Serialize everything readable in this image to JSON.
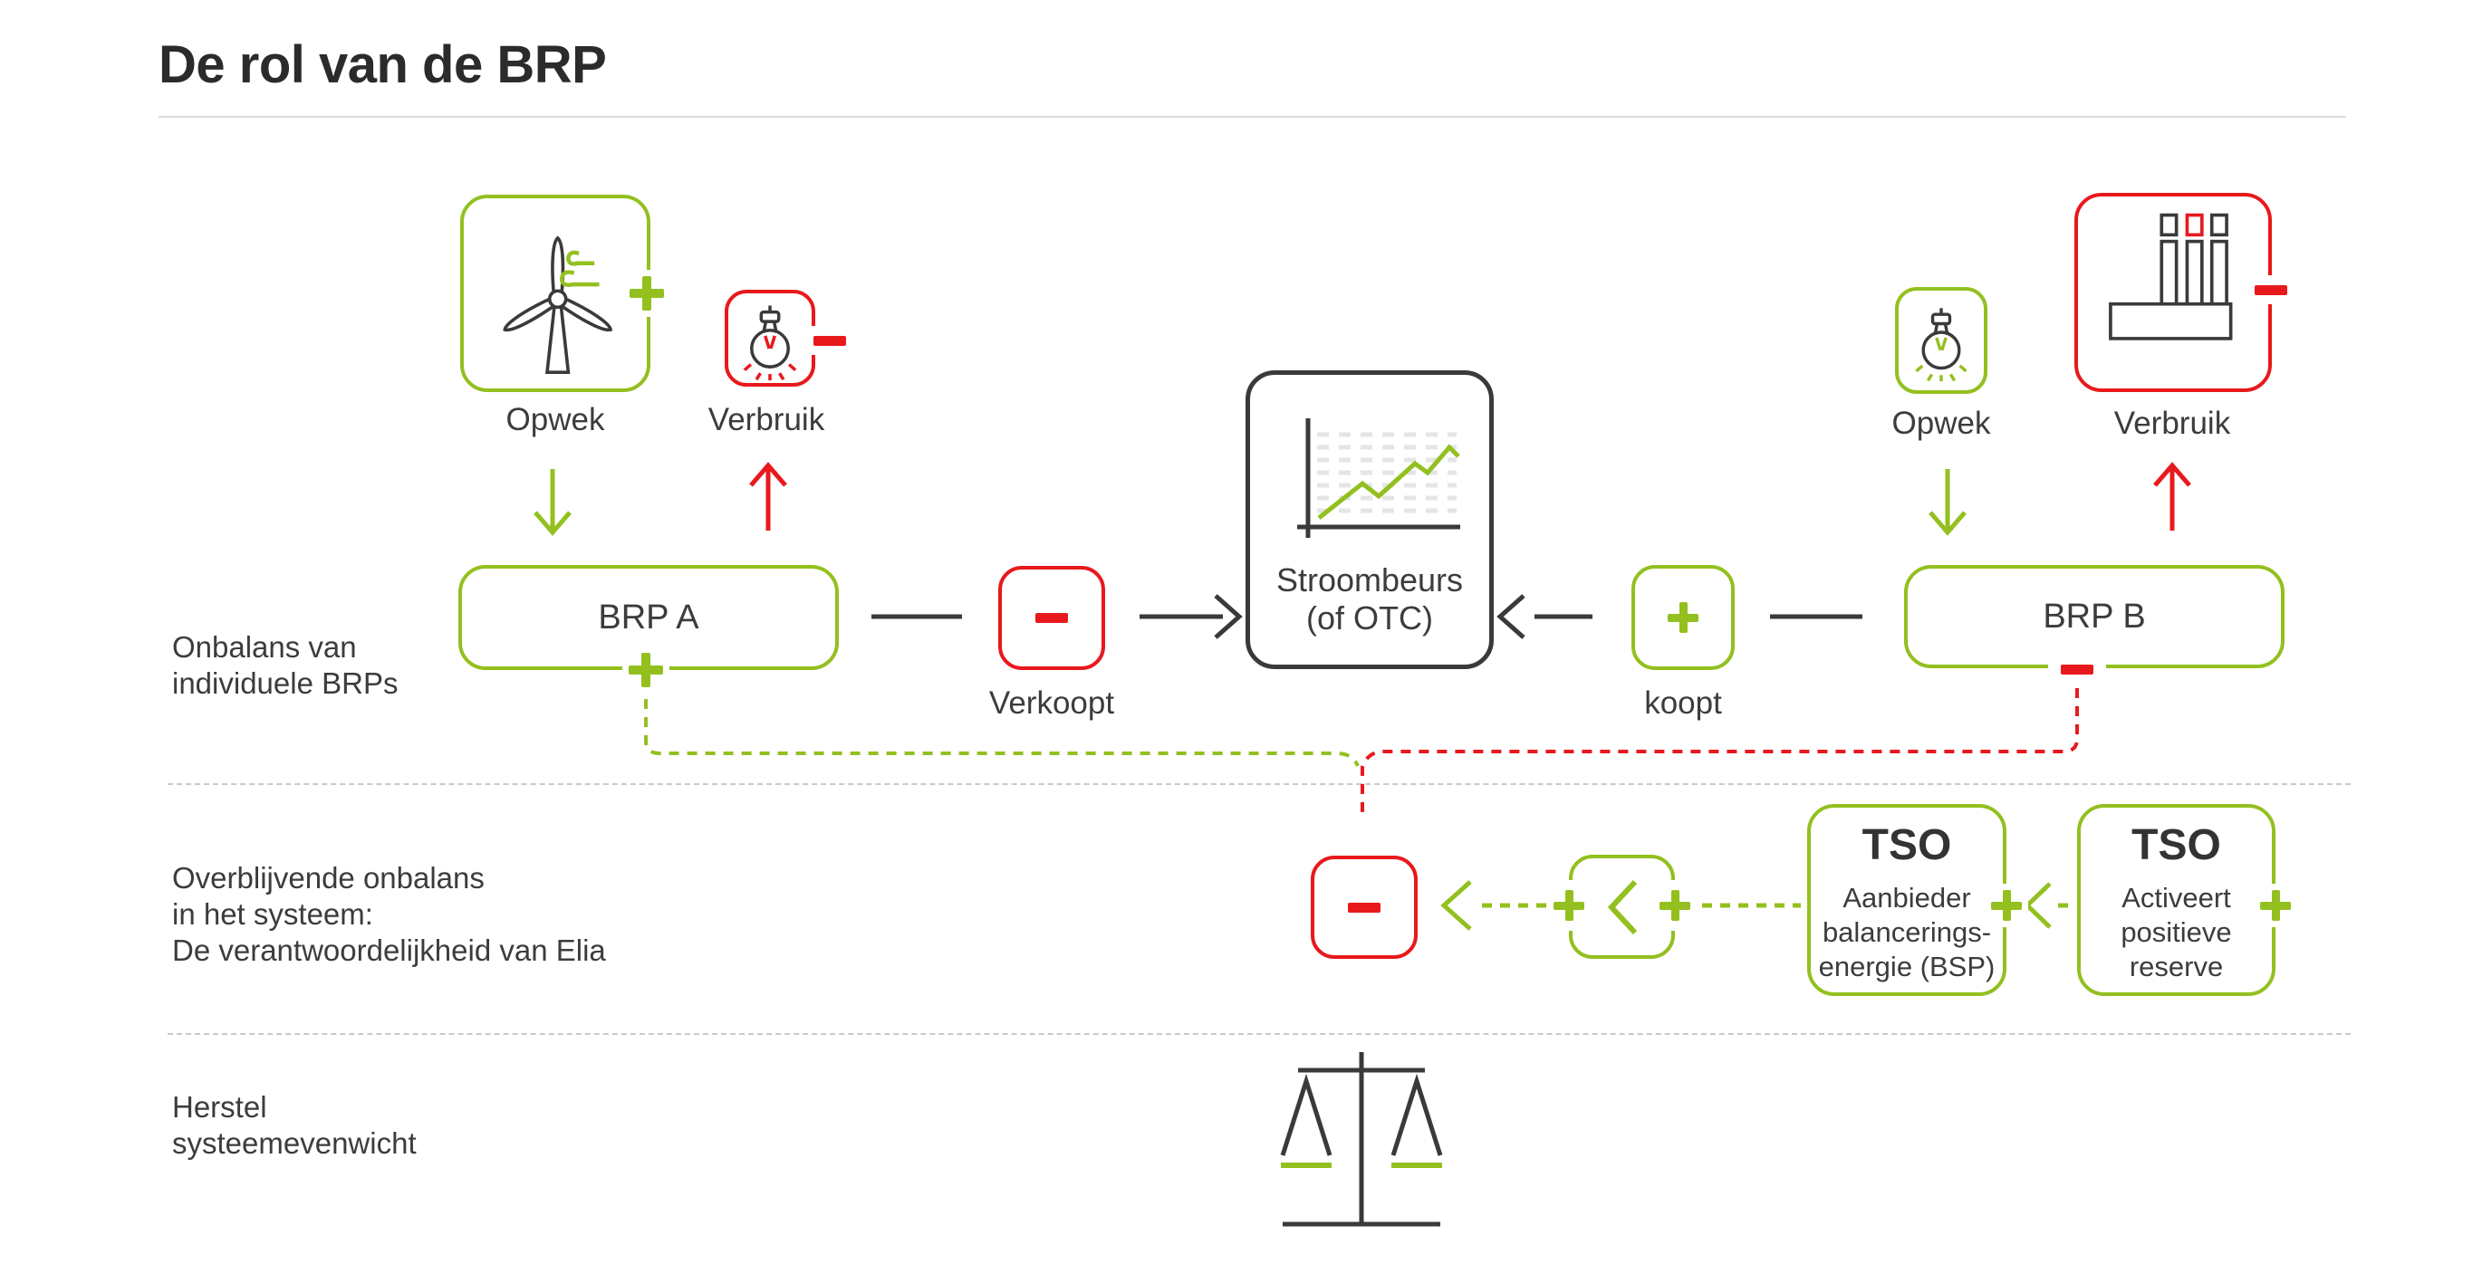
{
  "colors": {
    "green": "#93c01f",
    "red": "#e8191c",
    "dark": "#3a3a39",
    "text": "#3c3c3b",
    "divider_dash": "#c9c9c9",
    "title": "#2b2b2a",
    "chart_grid": "#e5e5e5"
  },
  "header": {
    "title": "De rol van de BRP"
  },
  "row_labels": {
    "onbalans": {
      "lines": [
        "Onbalans van",
        "individuele BRPs"
      ]
    },
    "overblijvend": {
      "lines": [
        "Overblijvende onbalans",
        "in het systeem:",
        "De verantwoordelijkheid van Elia"
      ]
    },
    "herstel": {
      "lines": [
        "Herstel",
        "systeemevenwicht"
      ]
    }
  },
  "top_row": {
    "opwek_left": {
      "label": "Opwek",
      "badge": "+",
      "icon": "wind-turbine"
    },
    "verbruik_left": {
      "label": "Verbruik",
      "badge": "-",
      "icon": "light-bulb"
    },
    "brp_a": {
      "label": "BRP A",
      "badge": "+"
    },
    "verkoopt": {
      "label": "Verkoopt",
      "sign": "-"
    },
    "stroombeurs": {
      "lines": [
        "Stroombeurs",
        "(of OTC)"
      ],
      "icon": "rising-chart"
    },
    "koopt": {
      "label": "koopt",
      "sign": "+"
    },
    "brp_b": {
      "label": "BRP B",
      "badge": "-"
    },
    "opwek_right": {
      "label": "Opwek",
      "icon": "light-bulb"
    },
    "verbruik_right": {
      "label": "Verbruik",
      "badge": "-",
      "icon": "factory"
    }
  },
  "middle_row": {
    "imbalance_sign": "-",
    "less_than_box": {
      "symbol": "<",
      "badge_left": "+",
      "badge_right": "+"
    },
    "tso_bsp": {
      "title": "TSO",
      "lines": [
        "Aanbieder",
        "balancerings-",
        "energie (BSP)"
      ],
      "badge": "+"
    },
    "tso_reserve": {
      "title": "TSO",
      "lines": [
        "Activeert",
        "positieve",
        "reserve"
      ],
      "badge": "+"
    }
  },
  "bottom_row": {
    "icon": "balance-scale"
  }
}
